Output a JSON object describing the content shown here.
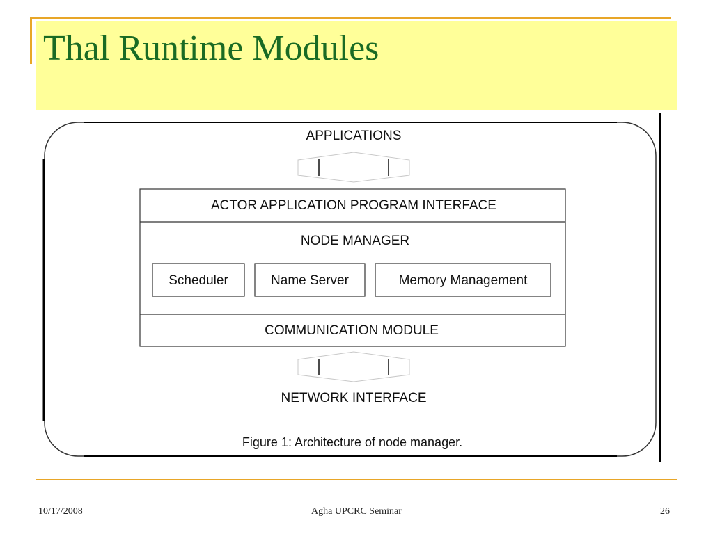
{
  "slide": {
    "title": "Thal Runtime Modules"
  },
  "diagram": {
    "top_label": "APPLICATIONS",
    "api_label": "ACTOR APPLICATION PROGRAM INTERFACE",
    "node_manager_label": "NODE MANAGER",
    "components": [
      "Scheduler",
      "Name Server",
      "Memory Management"
    ],
    "communication_label": "COMMUNICATION MODULE",
    "bottom_label": "NETWORK INTERFACE",
    "caption": "Figure 1: Architecture of node manager."
  },
  "footer": {
    "date": "10/17/2008",
    "center": "Agha UPCRC Seminar",
    "page": "26"
  },
  "colors": {
    "accent": "#e8a628",
    "title_band": "#ffff99",
    "title_text": "#1a6b24"
  }
}
